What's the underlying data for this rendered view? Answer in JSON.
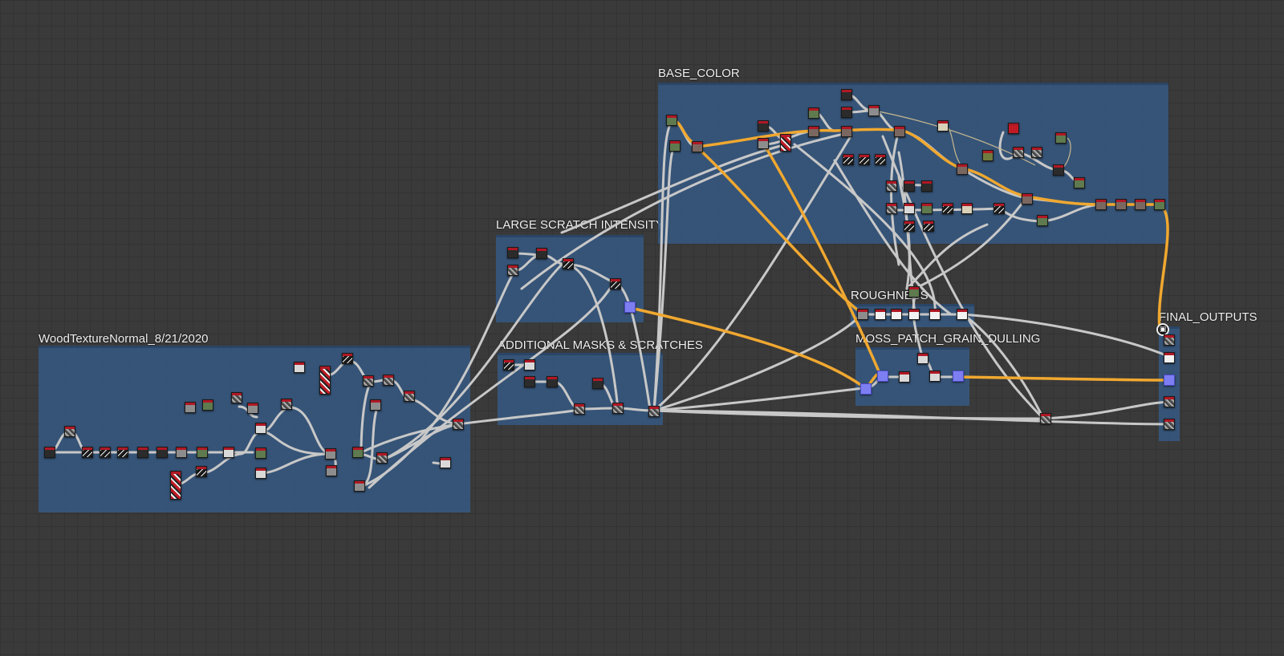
{
  "window": {
    "view": "Substance Designer graph"
  },
  "frames": {
    "wood": {
      "title": "WoodTextureNormal_8/21/2020"
    },
    "scratch": {
      "title": "LARGE SCRATCH INTENSITY"
    },
    "masks": {
      "title": "ADDITIONAL MASKS & SCRATCHES"
    },
    "base_color": {
      "title": "BASE_COLOR"
    },
    "roughness": {
      "title": "ROUGHNESS"
    },
    "moss": {
      "title": "MOSS_PATCH_GRAIN_DULLING"
    },
    "final": {
      "title": "FINAL_OUTPUTS"
    }
  },
  "colors": {
    "frame": "#355880",
    "link_gray": "#c8c8c8",
    "link_orange": "#f0a830",
    "output_node": "#7d7ef2",
    "header_red": "#b01825"
  },
  "icons": {
    "output_marker": "output-icon"
  }
}
